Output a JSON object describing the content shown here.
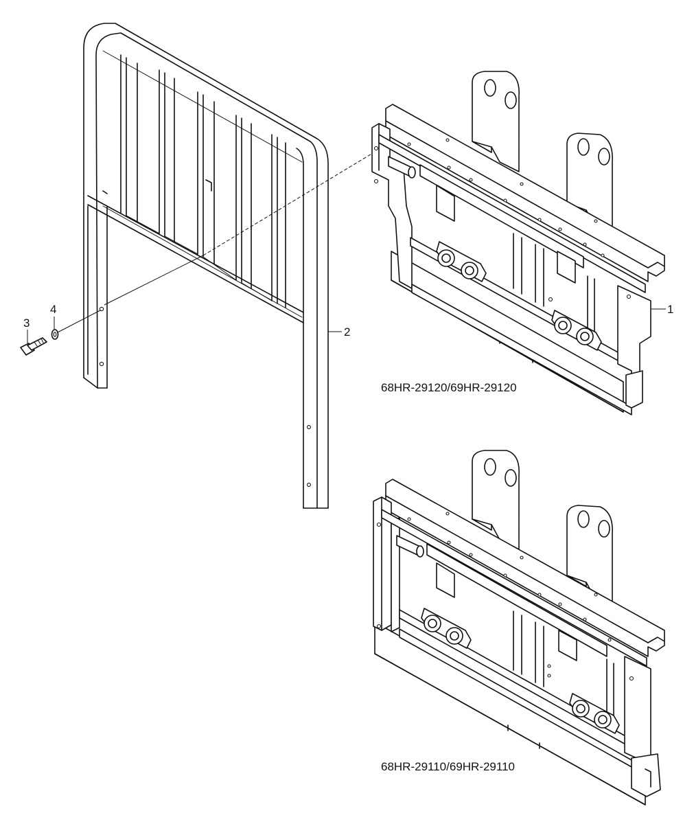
{
  "callouts": {
    "c1": "1",
    "c2": "2",
    "c3": "3",
    "c4": "4"
  },
  "part_numbers": {
    "upper": "68HR-29120/69HR-29120",
    "lower": "68HR-29110/69HR-29110"
  },
  "colors": {
    "line": "#111111",
    "background": "#ffffff"
  }
}
